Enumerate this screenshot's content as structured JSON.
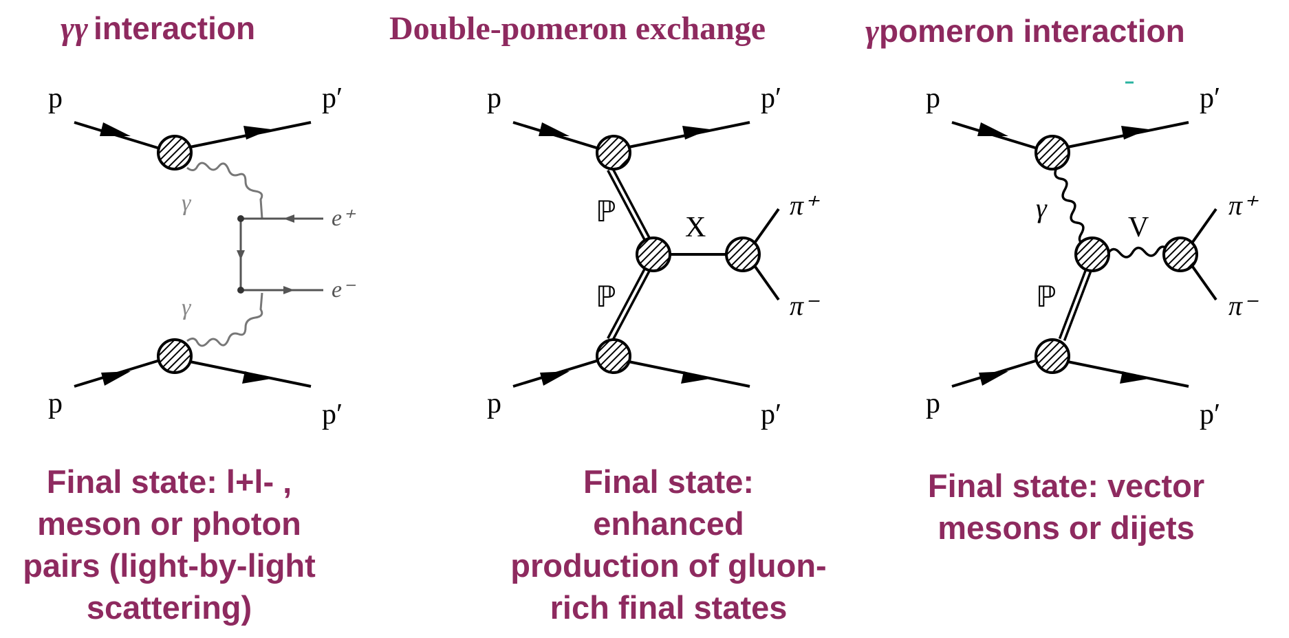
{
  "diagrams": [
    {
      "title_symbol": "γγ",
      "title_text": "interaction",
      "labels": {
        "p_in_top": "p",
        "p_out_top": "p′",
        "p_in_bot": "p",
        "p_out_bot": "p′",
        "gamma_top": "γ",
        "gamma_bot": "γ",
        "e_plus": "e⁺",
        "e_minus": "e⁻"
      },
      "caption_lines": [
        "Final state: l+l- ,",
        "meson or photon",
        "pairs (light-by-light",
        "scattering)"
      ]
    },
    {
      "title_text": "Double-pomeron exchange",
      "labels": {
        "p_in_top": "p",
        "p_out_top": "p′",
        "p_in_bot": "p",
        "p_out_bot": "p′",
        "pomeron_top": "ℙ",
        "pomeron_bot": "ℙ",
        "x": "X",
        "pi_plus": "π⁺",
        "pi_minus": "π⁻"
      },
      "caption_lines": [
        "Final state:",
        "enhanced",
        "production of gluon-",
        "rich final states"
      ]
    },
    {
      "title_symbol": "γ",
      "title_text": "pomeron  interaction",
      "labels": {
        "p_in_top": "p",
        "p_out_top": "p′",
        "p_in_bot": "p",
        "p_out_bot": "p′",
        "gamma": "γ",
        "pomeron": "ℙ",
        "v": "V",
        "pi_plus": "π⁺",
        "pi_minus": "π⁻"
      },
      "caption_lines": [
        "Final state: vector",
        "mesons or dijets"
      ]
    }
  ],
  "colors": {
    "accent": "#8e2a5f",
    "ink": "#000000",
    "grey": "#888888"
  }
}
